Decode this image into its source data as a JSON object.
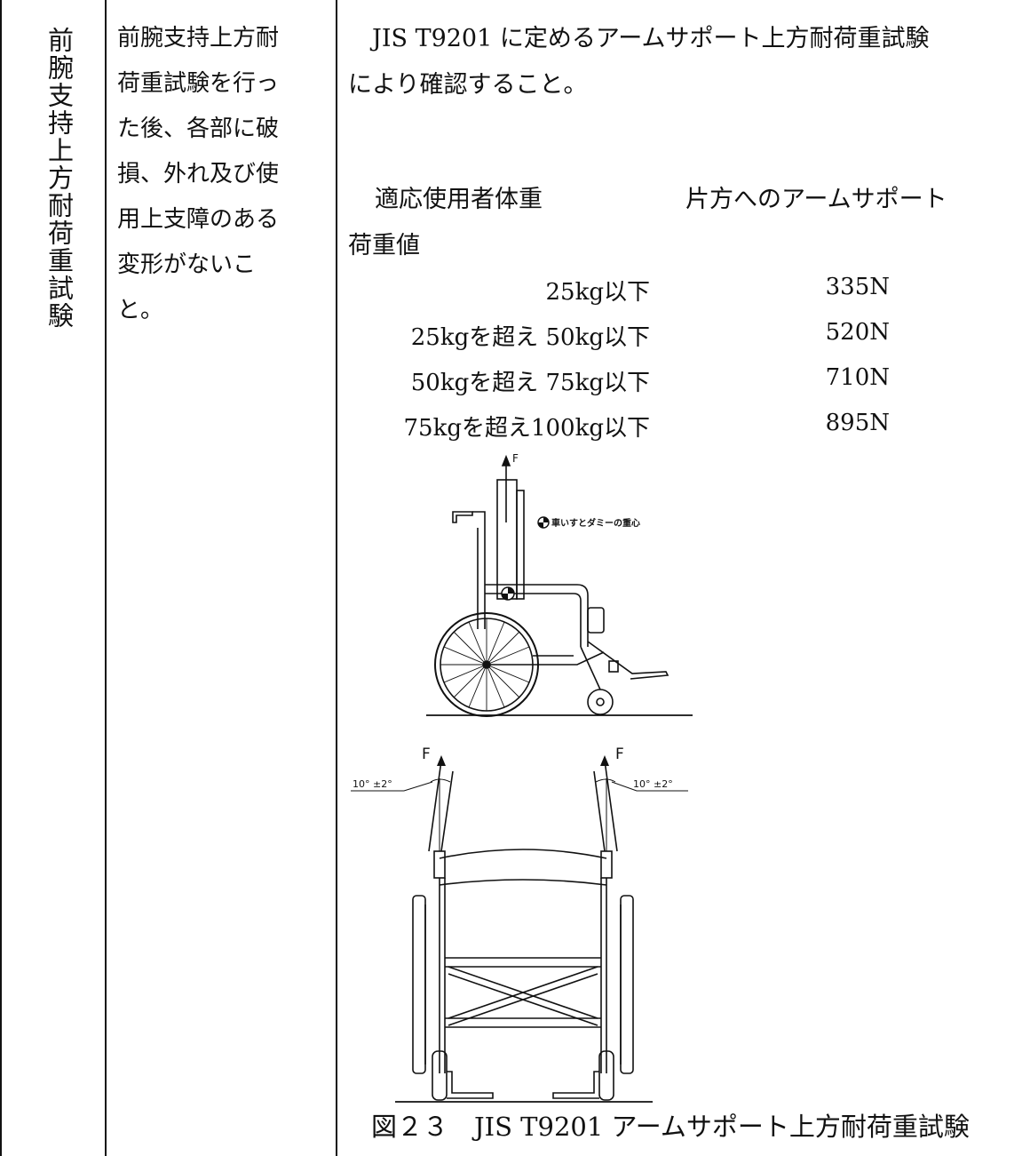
{
  "item": {
    "title": "前腕支持上方耐荷重試験"
  },
  "requirement": {
    "text": "前腕支持上方耐\n荷重試験を行っ\nた後、各部に破\n損、外れ及び使\n用上支障のある\n変形がないこ\nと。"
  },
  "method": {
    "intro": "　JIS T9201 に定めるアームサポート上方耐荷重試験\nにより確認すること。",
    "table": {
      "header_weight": "適応使用者体重",
      "header_load": "片方へのアームサポート",
      "header_load_cont": "荷重値",
      "rows": [
        {
          "range": "25kg以下",
          "value": "335N"
        },
        {
          "range": "25kgを超え 50kg以下",
          "value": "520N"
        },
        {
          "range": "50kgを超え 75kg以下",
          "value": "710N"
        },
        {
          "range": "75kgを超え100kg以下",
          "value": "895N"
        }
      ]
    }
  },
  "figure1": {
    "force_label": "F",
    "cog_label": "車いすとダミーの重心"
  },
  "figure2": {
    "force_label_left": "F",
    "force_label_right": "F",
    "angle_label_left": "10°  ±2°",
    "angle_label_right": "10°  ±2°"
  },
  "caption": "図２３　JIS T9201 アームサポート上方耐荷重試験"
}
